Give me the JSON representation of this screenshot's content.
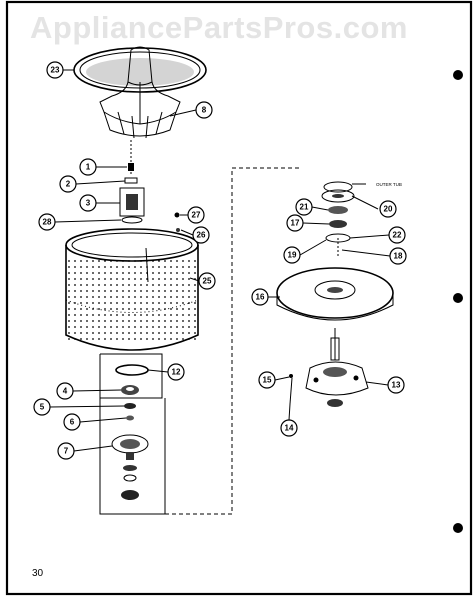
{
  "watermark": "AppliancePartsPros.com",
  "page_number": "30",
  "outer_tub_note": "OUTER TUB",
  "callouts": {
    "c1": "1",
    "c2": "2",
    "c3": "3",
    "c4": "4",
    "c5": "5",
    "c6": "6",
    "c7": "7",
    "c8": "8",
    "c12": "12",
    "c13": "13",
    "c14": "14",
    "c15": "15",
    "c16": "16",
    "c17": "17",
    "c18": "18",
    "c19": "19",
    "c20": "20",
    "c21": "21",
    "c22": "22",
    "c23": "23",
    "c25": "25",
    "c26": "26",
    "c27": "27",
    "c28": "28"
  }
}
